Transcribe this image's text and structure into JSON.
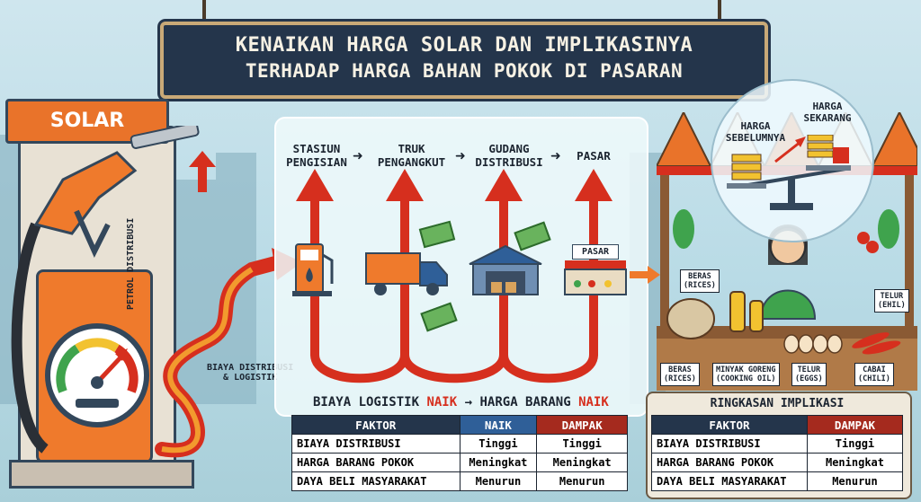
{
  "title": {
    "line1": "KENAIKAN HARGA SOLAR DAN IMPLIKASINYA",
    "line2": "TERHADAP HARGA BAHAN POKOK DI PASARAN"
  },
  "pump": {
    "label": "SOLAR",
    "side_label": "PETROL DISTRIBUSI",
    "cost_label_line1": "BIAYA DISTRIBUSI",
    "cost_label_line2": "& LOGISTIK"
  },
  "flow": {
    "stages": [
      {
        "line1": "STASIUN",
        "line2": "PENGISIAN"
      },
      {
        "line1": "TRUK",
        "line2": "PENGANGKUT"
      },
      {
        "line1": "GUDANG",
        "line2": "DISTRIBUSI"
      },
      {
        "line1": "PASAR",
        "line2": ""
      }
    ],
    "market_sign": "PASAR",
    "heading_left": "BIAYA LOGISTIK",
    "heading_left_hl": "NAIK",
    "heading_arrow": "→",
    "heading_right": "HARGA BARANG",
    "heading_right_hl": "NAIK"
  },
  "main_table": {
    "headers": [
      "FAKTOR",
      "NAIK",
      "DAMPAK"
    ],
    "rows": [
      [
        "BIAYA DISTRIBUSI",
        "Tinggi",
        "Tinggi"
      ],
      [
        "HARGA BARANG POKOK",
        "Meningkat",
        "Meningkat"
      ],
      [
        "DAYA BELI MASYARAKAT",
        "Menurun",
        "Menurun"
      ]
    ]
  },
  "bubble": {
    "before_line1": "HARGA",
    "before_line2": "SEBELUMNYA",
    "now_line1": "HARGA",
    "now_line2": "SEKARANG"
  },
  "stall_tags": {
    "beras_top": {
      "line1": "BERAS",
      "line2": "(RICES)"
    },
    "telur_top": {
      "line1": "TELUR",
      "line2": "(EHIL)"
    },
    "beras": {
      "line1": "BERAS",
      "line2": "(RICES)"
    },
    "minyak": {
      "line1": "MINYAK GORENG",
      "line2": "(COOKING OIL)"
    },
    "telur": {
      "line1": "TELUR",
      "line2": "(EGGS)"
    },
    "cabai": {
      "line1": "CABAI",
      "line2": "(CHILI)"
    }
  },
  "summary": {
    "title": "RINGKASAN IMPLIKASI",
    "headers": [
      "FAKTOR",
      "DAMPAK"
    ],
    "rows": [
      [
        "BIAYA DISTRIBUSI",
        "Tinggi"
      ],
      [
        "HARGA BARANG POKOK",
        "Meningkat"
      ],
      [
        "DAYA BELI MASYARAKAT",
        "Menurun"
      ]
    ]
  },
  "colors": {
    "navy": "#24354b",
    "orange": "#ef7a2c",
    "red": "#d62f1e",
    "blue_header": "#2f5f98",
    "red_header": "#a52a1e"
  }
}
